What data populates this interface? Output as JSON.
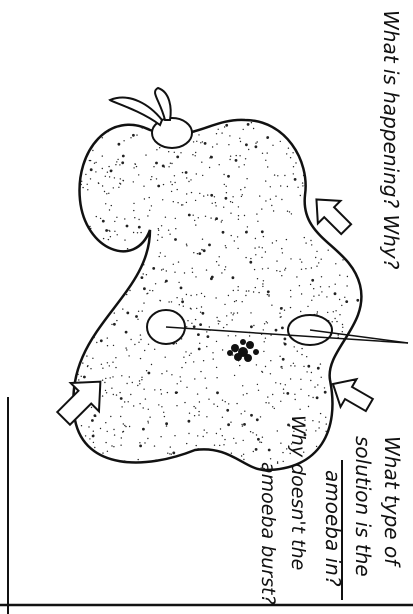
{
  "questions": {
    "q1": "What is happening? Why?",
    "q2_line1": "What type of",
    "q2_line2": "solution is the",
    "q2_line3": "amoeba in?",
    "q3_line1": "Why doesn't the",
    "q3_line2": "amoeba burst?"
  },
  "colors": {
    "ink": "#111111",
    "background": "#ffffff"
  }
}
